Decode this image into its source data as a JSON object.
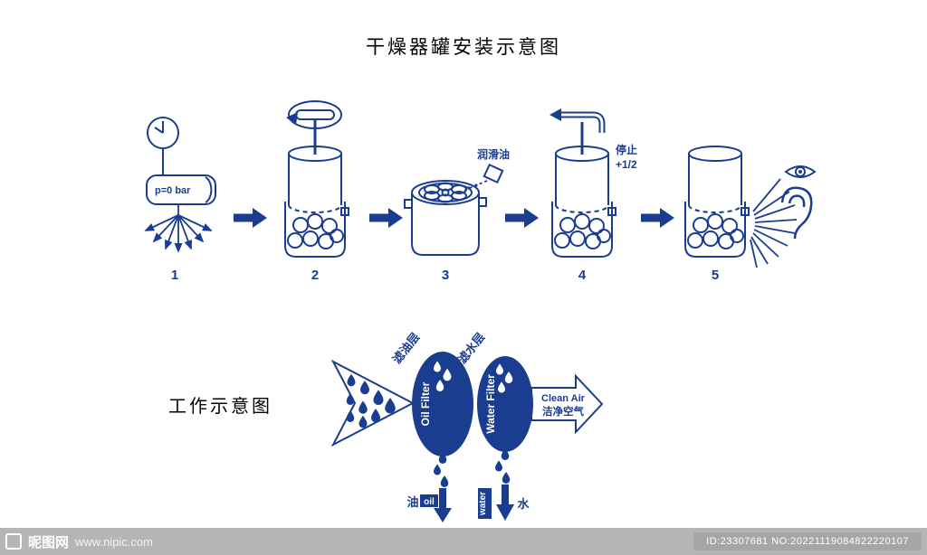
{
  "title": "干燥器罐安装示意图",
  "colors": {
    "primary_blue": "#1b3d8f",
    "watermark_bar": "#b5b5b5",
    "watermark_badge": "#a6a6a6"
  },
  "install": {
    "step_numbers": [
      "1",
      "2",
      "3",
      "4",
      "5"
    ],
    "gauge_label": "p=0 bar",
    "lubricant_label": "润滑油",
    "stop_line1": "停止",
    "stop_line2": "+1/2"
  },
  "work": {
    "section_title": "工作示意图",
    "oil_layer_label": "滤油层",
    "water_layer_label": "滤水层",
    "oil_filter_label": "Oil Filter",
    "water_filter_label": "Water Filter",
    "clean_air_en": "Clean Air",
    "clean_air_cn": "洁净空气",
    "oil_cn": "油",
    "oil_en": "oil",
    "water_en": "water",
    "water_cn": "水"
  },
  "footer": {
    "site_name": "昵图网",
    "site_url": "www.nipic.com",
    "image_id": "ID:23307681 NO:20221119084822220107"
  }
}
